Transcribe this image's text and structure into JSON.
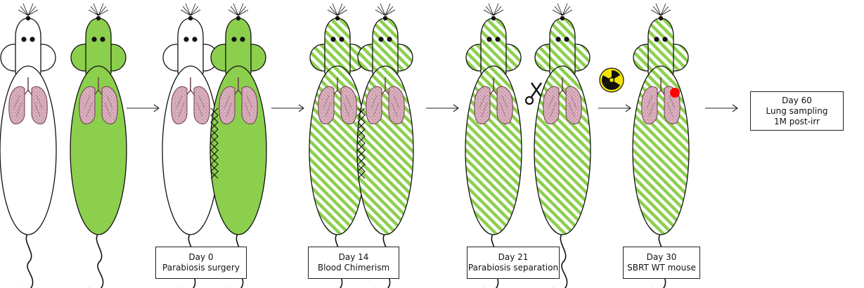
{
  "colors": {
    "green": "#8ccf4d",
    "lung": "#d9aebd",
    "lung_outline": "#6b3d4a",
    "outline": "#111111",
    "irradiation_spot": "#ff0000",
    "radiation_symbol": "#f2e600"
  },
  "icons": [
    "mouse-icon",
    "lung-icon",
    "scissors-icon",
    "radiation-icon",
    "arrow-icon",
    "suture-icon"
  ],
  "stages": [
    {
      "day": "Day 0",
      "event": "Parabiosis surgery"
    },
    {
      "day": "Day 14",
      "event": "Blood Chimerism"
    },
    {
      "day": "Day 21",
      "event": "Parabiosis separation"
    },
    {
      "day": "Day 30",
      "event": "SBRT WT mouse"
    },
    {
      "day": "Day 60",
      "event": "Lung sampling",
      "event2": "1M post-irr"
    }
  ]
}
